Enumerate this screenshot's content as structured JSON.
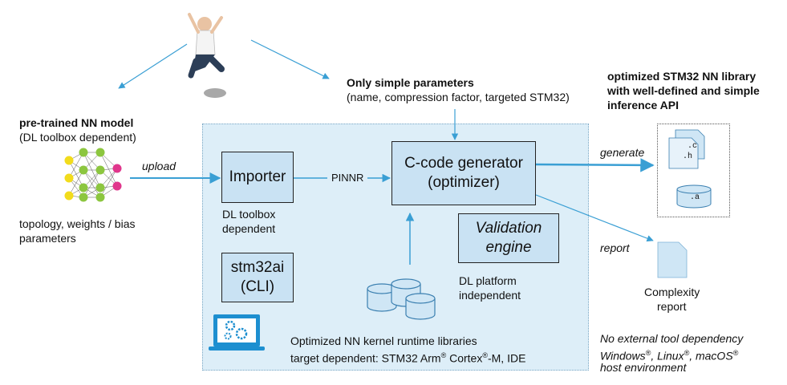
{
  "model": {
    "title": "pre-trained NN model",
    "subtitle": "(DL toolbox dependent)",
    "caption_line1": "topology, weights / bias",
    "caption_line2": "parameters"
  },
  "params": {
    "title": "Only simple parameters",
    "subtitle": "(name, compression factor, targeted STM32)"
  },
  "output": {
    "line1": "optimized STM32 NN library",
    "line2": "with well-defined and simple",
    "line3": "inference API",
    "file_c": ".c",
    "file_h": ".h",
    "file_a": ".a"
  },
  "edges": {
    "upload": "upload",
    "pinnr": "PINNR",
    "generate": "generate",
    "report": "report"
  },
  "importer": {
    "label": "Importer",
    "note_line1": "DL toolbox",
    "note_line2": "dependent"
  },
  "generator": {
    "line1": "C-code generator",
    "line2": "(optimizer)"
  },
  "validation": {
    "line1": "Validation",
    "line2": "engine"
  },
  "cli": {
    "line1": "stm32ai",
    "line2": "(CLI)"
  },
  "platform_note": {
    "line1": "DL platform",
    "line2": "independent"
  },
  "libraries": {
    "line1": "Optimized NN kernel runtime libraries",
    "line2_prefix": "target dependent: STM32 Arm",
    "reg": "®",
    "line2_suffix": " Cortex",
    "line2_end": "-M, IDE"
  },
  "complexity": {
    "line1": "Complexity",
    "line2": "report"
  },
  "footer": {
    "line1": "No external tool dependency",
    "windows": "Windows",
    "linux": "Linux",
    "macos": "macOS",
    "reg": "®",
    "sep": ", ",
    "line3": "host environment"
  },
  "colors": {
    "arrow": "#3a9fd4",
    "panel": "#ddeef8",
    "box": "#c9e2f3",
    "node_yellow": "#f2dc1c",
    "node_green": "#8cc63f",
    "node_pink": "#e0368c",
    "file": "#cfe6f5"
  },
  "icons": [
    "person-jumping-icon",
    "neural-network-icon",
    "database-icon",
    "laptop-gears-icon",
    "file-icon"
  ]
}
